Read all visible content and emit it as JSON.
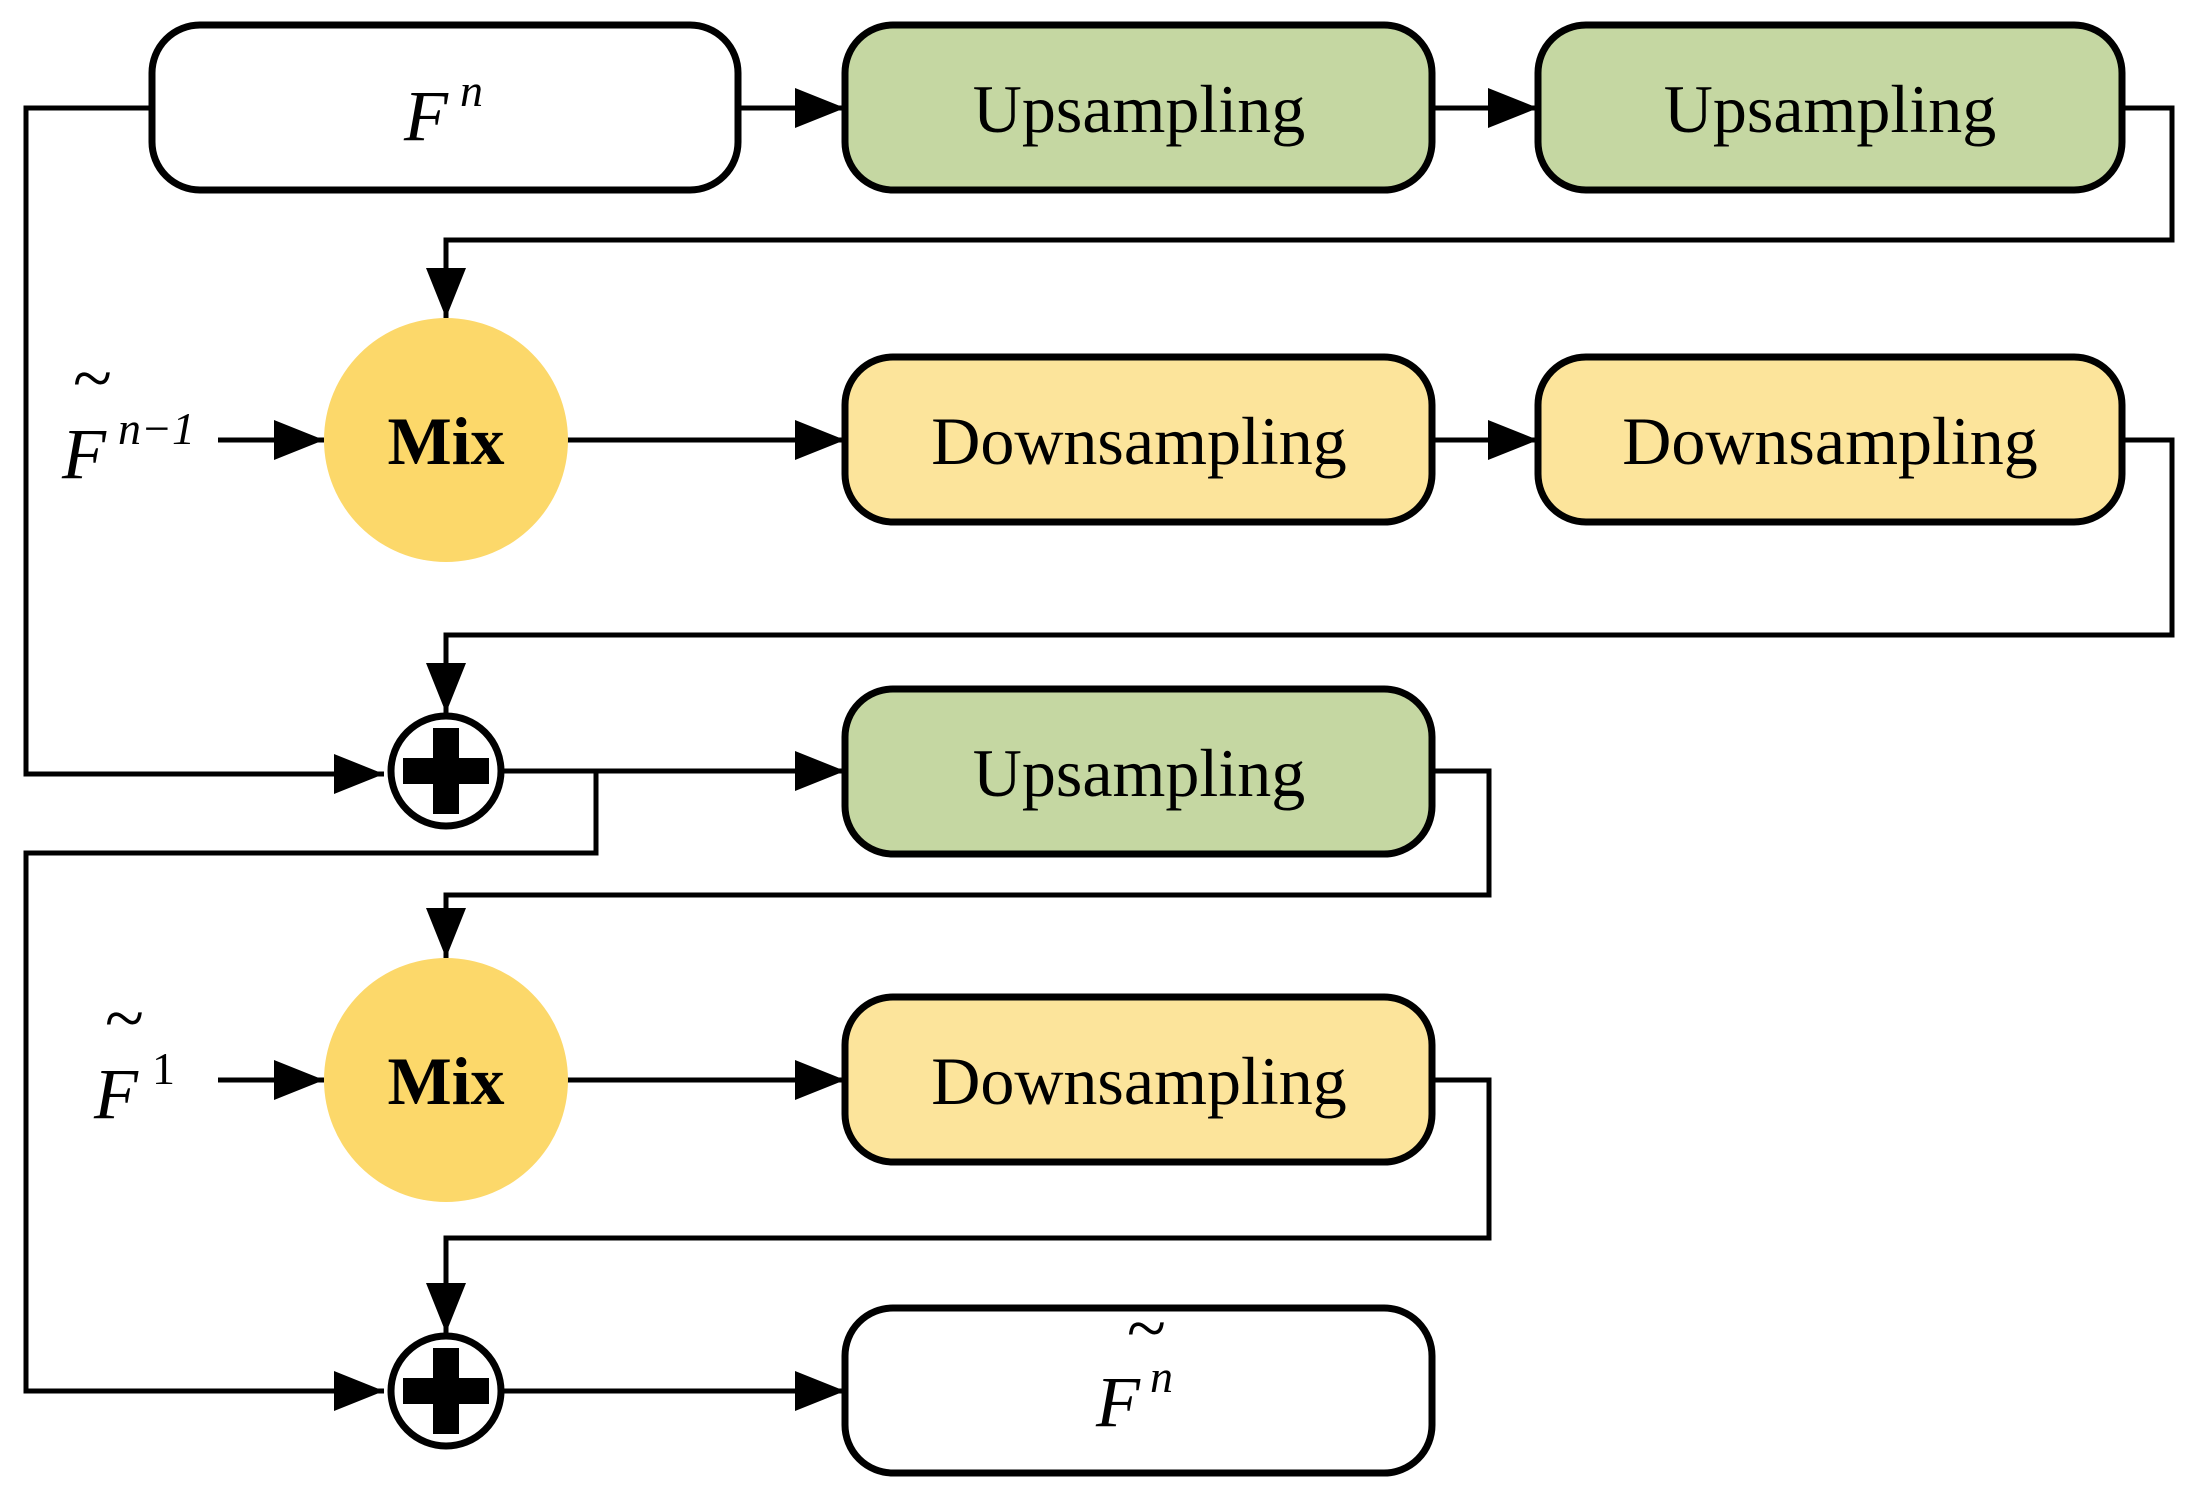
{
  "colors": {
    "upsampling_fill": "#c5d7a2",
    "downsampling_fill": "#fce49b",
    "mix_fill": "#fcd86a",
    "plain_fill": "#ffffff",
    "stroke": "#000000"
  },
  "blocks": {
    "input": {
      "base": "F",
      "sup": "n"
    },
    "up_1": {
      "label": "Upsampling"
    },
    "up_2": {
      "label": "Upsampling"
    },
    "mix_1": {
      "label": "Mix"
    },
    "down_1": {
      "label": "Downsampling"
    },
    "down_2": {
      "label": "Downsampling"
    },
    "up_3": {
      "label": "Upsampling"
    },
    "mix_2": {
      "label": "Mix"
    },
    "down_3": {
      "label": "Downsampling"
    },
    "output": {
      "base": "F",
      "tilde": "~",
      "sup": "n"
    }
  },
  "side_inputs": {
    "prev": {
      "base": "F",
      "tilde": "~",
      "sup": "n−1"
    },
    "first": {
      "base": "F",
      "tilde": "~",
      "sup": "1"
    }
  },
  "icons": {
    "add_1": "circled-plus-icon",
    "add_2": "circled-plus-icon"
  }
}
